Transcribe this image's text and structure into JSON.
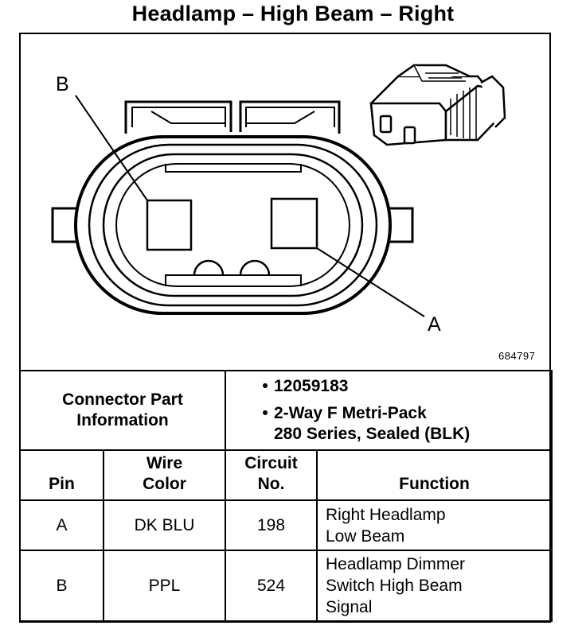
{
  "title": "Headlamp – High Beam – Right",
  "diagram": {
    "label_b": "B",
    "label_a": "A",
    "figure_number": "684797"
  },
  "connector_info": {
    "label": "Connector Part Information",
    "part_number": "12059183",
    "description_line1": "2-Way F Metri-Pack",
    "description_line2": "280 Series, Sealed (BLK)"
  },
  "table": {
    "headers": {
      "pin": "Pin",
      "wire_color_line1": "Wire",
      "wire_color_line2": "Color",
      "circuit_line1": "Circuit",
      "circuit_line2": "No.",
      "function": "Function"
    },
    "rows": [
      {
        "pin": "A",
        "wire_color": "DK BLU",
        "circuit": "198",
        "function_line1": "Right Headlamp",
        "function_line2": "Low Beam",
        "function_line3": ""
      },
      {
        "pin": "B",
        "wire_color": "PPL",
        "circuit": "524",
        "function_line1": "Headlamp Dimmer",
        "function_line2": "Switch High Beam",
        "function_line3": "Signal"
      }
    ]
  }
}
